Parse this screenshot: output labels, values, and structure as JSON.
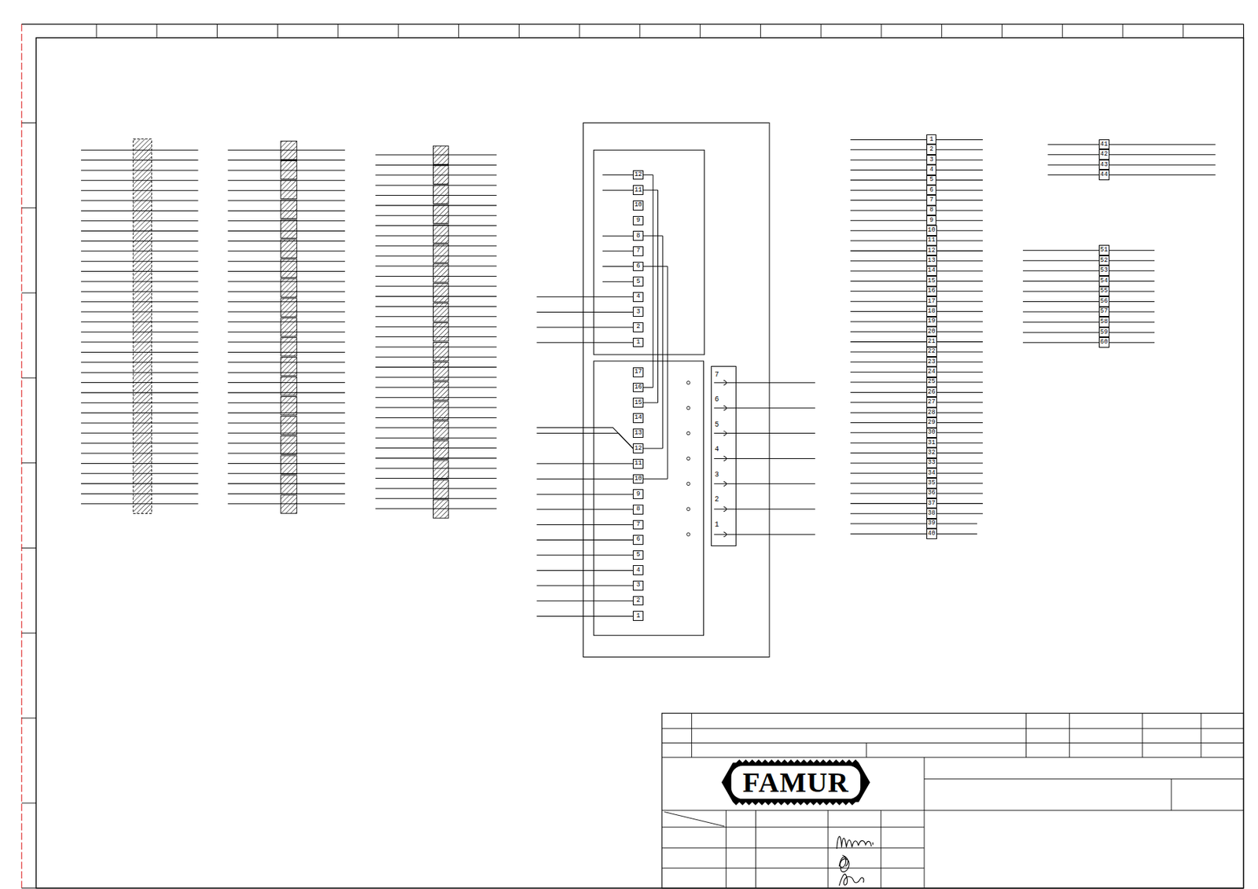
{
  "diagram": {
    "nodes": [
      {
        "text": [
          "12"
        ]
      },
      {
        "text": [
          "11"
        ]
      },
      {
        "text": [
          "10"
        ]
      },
      {
        "text": [
          "9"
        ]
      },
      {
        "text": [
          "8"
        ]
      },
      {
        "text": [
          "7"
        ]
      },
      {
        "text": [
          "6"
        ]
      },
      {
        "text": [
          "5"
        ]
      },
      {
        "text": [
          "4"
        ]
      },
      {
        "text": [
          "3"
        ]
      },
      {
        "text": [
          "2"
        ]
      },
      {
        "text": [
          "1"
        ]
      },
      {
        "text": [
          "17"
        ]
      },
      {
        "text": [
          "16"
        ]
      },
      {
        "text": [
          "15"
        ]
      },
      {
        "text": [
          "14"
        ]
      },
      {
        "text": [
          "13"
        ]
      },
      {
        "text": [
          "12"
        ]
      },
      {
        "text": [
          "11"
        ]
      },
      {
        "text": [
          "10"
        ]
      },
      {
        "text": [
          "9"
        ]
      },
      {
        "text": [
          "8"
        ]
      },
      {
        "text": [
          "7"
        ]
      },
      {
        "text": [
          "6"
        ]
      },
      {
        "text": [
          "5"
        ]
      },
      {
        "text": [
          "4"
        ]
      },
      {
        "text": [
          "3"
        ]
      },
      {
        "text": [
          "2"
        ]
      },
      {
        "text": [
          "1"
        ]
      },
      {
        "text": [
          "7",
          "6",
          "5",
          "4",
          "3",
          "2",
          "1"
        ]
      },
      {
        "text": [
          "1"
        ]
      },
      {
        "text": [
          "2"
        ]
      },
      {
        "text": [
          "3"
        ]
      },
      {
        "text": [
          "4"
        ]
      },
      {
        "text": [
          "5"
        ]
      },
      {
        "text": [
          "6"
        ]
      },
      {
        "text": [
          "7"
        ]
      },
      {
        "text": [
          "8"
        ]
      },
      {
        "text": [
          "9"
        ]
      },
      {
        "text": [
          "10"
        ]
      },
      {
        "text": [
          "11"
        ]
      },
      {
        "text": [
          "12"
        ]
      },
      {
        "text": [
          "13"
        ]
      },
      {
        "text": [
          "14"
        ]
      },
      {
        "text": [
          "15"
        ]
      },
      {
        "text": [
          "16"
        ]
      },
      {
        "text": [
          "17"
        ]
      },
      {
        "text": [
          "18"
        ]
      },
      {
        "text": [
          "19"
        ]
      },
      {
        "text": [
          "20"
        ]
      },
      {
        "text": [
          "21"
        ]
      },
      {
        "text": [
          "22"
        ]
      },
      {
        "text": [
          "23"
        ]
      },
      {
        "text": [
          "24"
        ]
      },
      {
        "text": [
          "25"
        ]
      },
      {
        "text": [
          "26"
        ]
      },
      {
        "text": [
          "27"
        ]
      },
      {
        "text": [
          "28"
        ]
      },
      {
        "text": [
          "29"
        ]
      },
      {
        "text": [
          "30"
        ]
      },
      {
        "text": [
          "31"
        ]
      },
      {
        "text": [
          "32"
        ]
      },
      {
        "text": [
          "33"
        ]
      },
      {
        "text": [
          "34"
        ]
      },
      {
        "text": [
          "35"
        ]
      },
      {
        "text": [
          "36"
        ]
      },
      {
        "text": [
          "37"
        ]
      },
      {
        "text": [
          "38"
        ]
      },
      {
        "text": [
          "39"
        ]
      },
      {
        "text": [
          "40"
        ]
      },
      {
        "text": [
          "41"
        ]
      },
      {
        "text": [
          "42"
        ]
      },
      {
        "text": [
          "43"
        ]
      },
      {
        "text": [
          "44"
        ]
      },
      {
        "text": [
          "51"
        ]
      },
      {
        "text": [
          "52"
        ]
      },
      {
        "text": [
          "53"
        ]
      },
      {
        "text": [
          "54"
        ]
      },
      {
        "text": [
          "55"
        ]
      },
      {
        "text": [
          "56"
        ]
      },
      {
        "text": [
          "57"
        ]
      },
      {
        "text": [
          "58"
        ]
      },
      {
        "text": [
          "59"
        ]
      },
      {
        "text": [
          "60"
        ]
      },
      {
        "text": [
          "FAMUR"
        ]
      }
    ],
    "edges": [
      {
        "from": 0,
        "to": 13,
        "arrow": "none"
      },
      {
        "from": 1,
        "to": 14,
        "arrow": "none"
      },
      {
        "from": 4,
        "to": 17,
        "arrow": "none"
      },
      {
        "from": 6,
        "to": 19,
        "arrow": "none"
      }
    ]
  }
}
